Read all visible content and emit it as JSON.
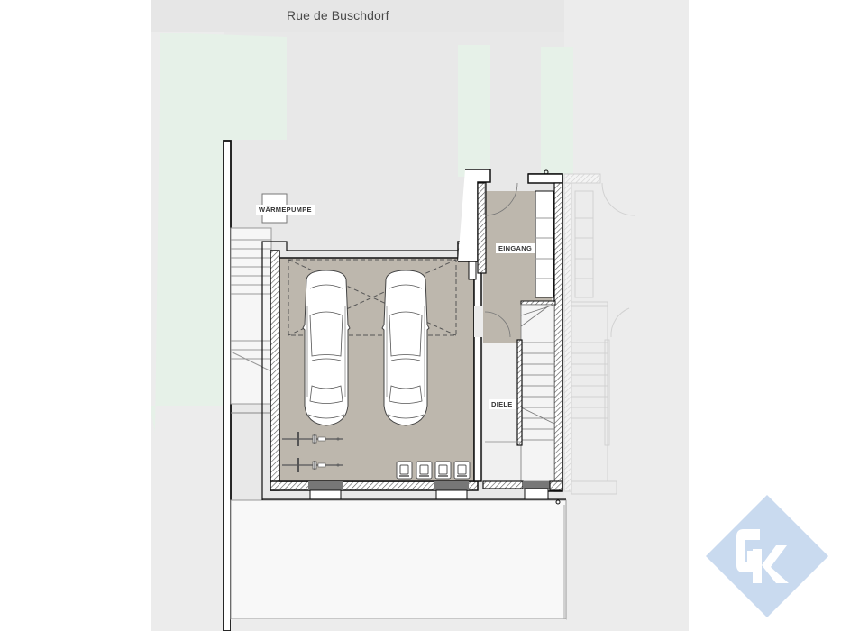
{
  "plan": {
    "street_name": "Rue de Buschdorf",
    "rooms": [
      {
        "id": "waermepumpe",
        "label": "WÄRMEPUMPE"
      },
      {
        "id": "eingang",
        "label": "EINGANG"
      },
      {
        "id": "diele",
        "label": "DIELE"
      }
    ],
    "garage": {
      "cars": 2,
      "bicycles": 2,
      "bins": 4
    },
    "colors": {
      "background": "#e8e8e8",
      "garden_green": "#e6f1e8",
      "floor_fill": "#bdb7ad",
      "wall": "#111111",
      "driveway": "#f8f8f8",
      "logo": "#c9daef"
    }
  },
  "logo": {
    "text": "GK",
    "color": "#c9daef"
  }
}
